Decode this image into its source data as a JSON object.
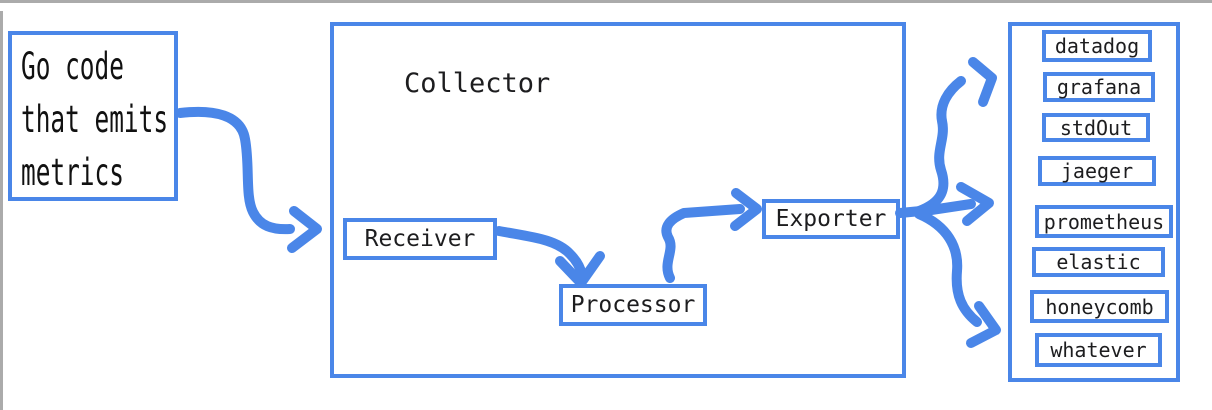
{
  "colors": {
    "accent": "#4a86e8",
    "text": "#1d1d1f",
    "edge": "#ababab"
  },
  "source": {
    "lines": [
      "Go code",
      "that emits",
      "metrics"
    ]
  },
  "collector": {
    "title": "Collector",
    "components": [
      {
        "label": "Receiver"
      },
      {
        "label": "Processor"
      },
      {
        "label": "Exporter"
      }
    ]
  },
  "backends": {
    "items": [
      {
        "label": "datadog"
      },
      {
        "label": "grafana"
      },
      {
        "label": "stdOut"
      },
      {
        "label": "jaeger"
      },
      {
        "label": "prometheus"
      },
      {
        "label": "elastic"
      },
      {
        "label": "honeycomb"
      },
      {
        "label": "whatever"
      }
    ]
  },
  "connections": [
    {
      "from": "Go code that emits metrics",
      "to": "Receiver"
    },
    {
      "from": "Receiver",
      "to": "Processor"
    },
    {
      "from": "Processor",
      "to": "Exporter"
    },
    {
      "from": "Exporter",
      "to": "backends (fan-out: top, middle, bottom)"
    }
  ]
}
